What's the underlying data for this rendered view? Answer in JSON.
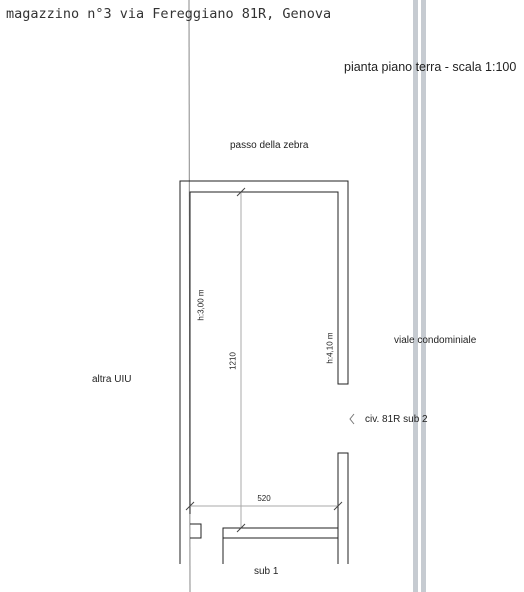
{
  "header": {
    "title": "magazzino n°3 via Fereggiano 81R, Genova"
  },
  "plan": {
    "scale_label": "pianta piano terra - scala 1:100",
    "label_top": "passo della zebra",
    "label_right": "viale condominiale",
    "label_left": "altra UIU",
    "label_entrance": "civ. 81R sub 2",
    "label_bottom": "sub 1",
    "height_left": "h:3,00 m",
    "height_right": "h:4,10 m",
    "dim_length": "1210",
    "dim_width": "520"
  },
  "colors": {
    "wall": "#222222",
    "dimension": "#aaaaaa",
    "band": "#c6cbd1"
  }
}
